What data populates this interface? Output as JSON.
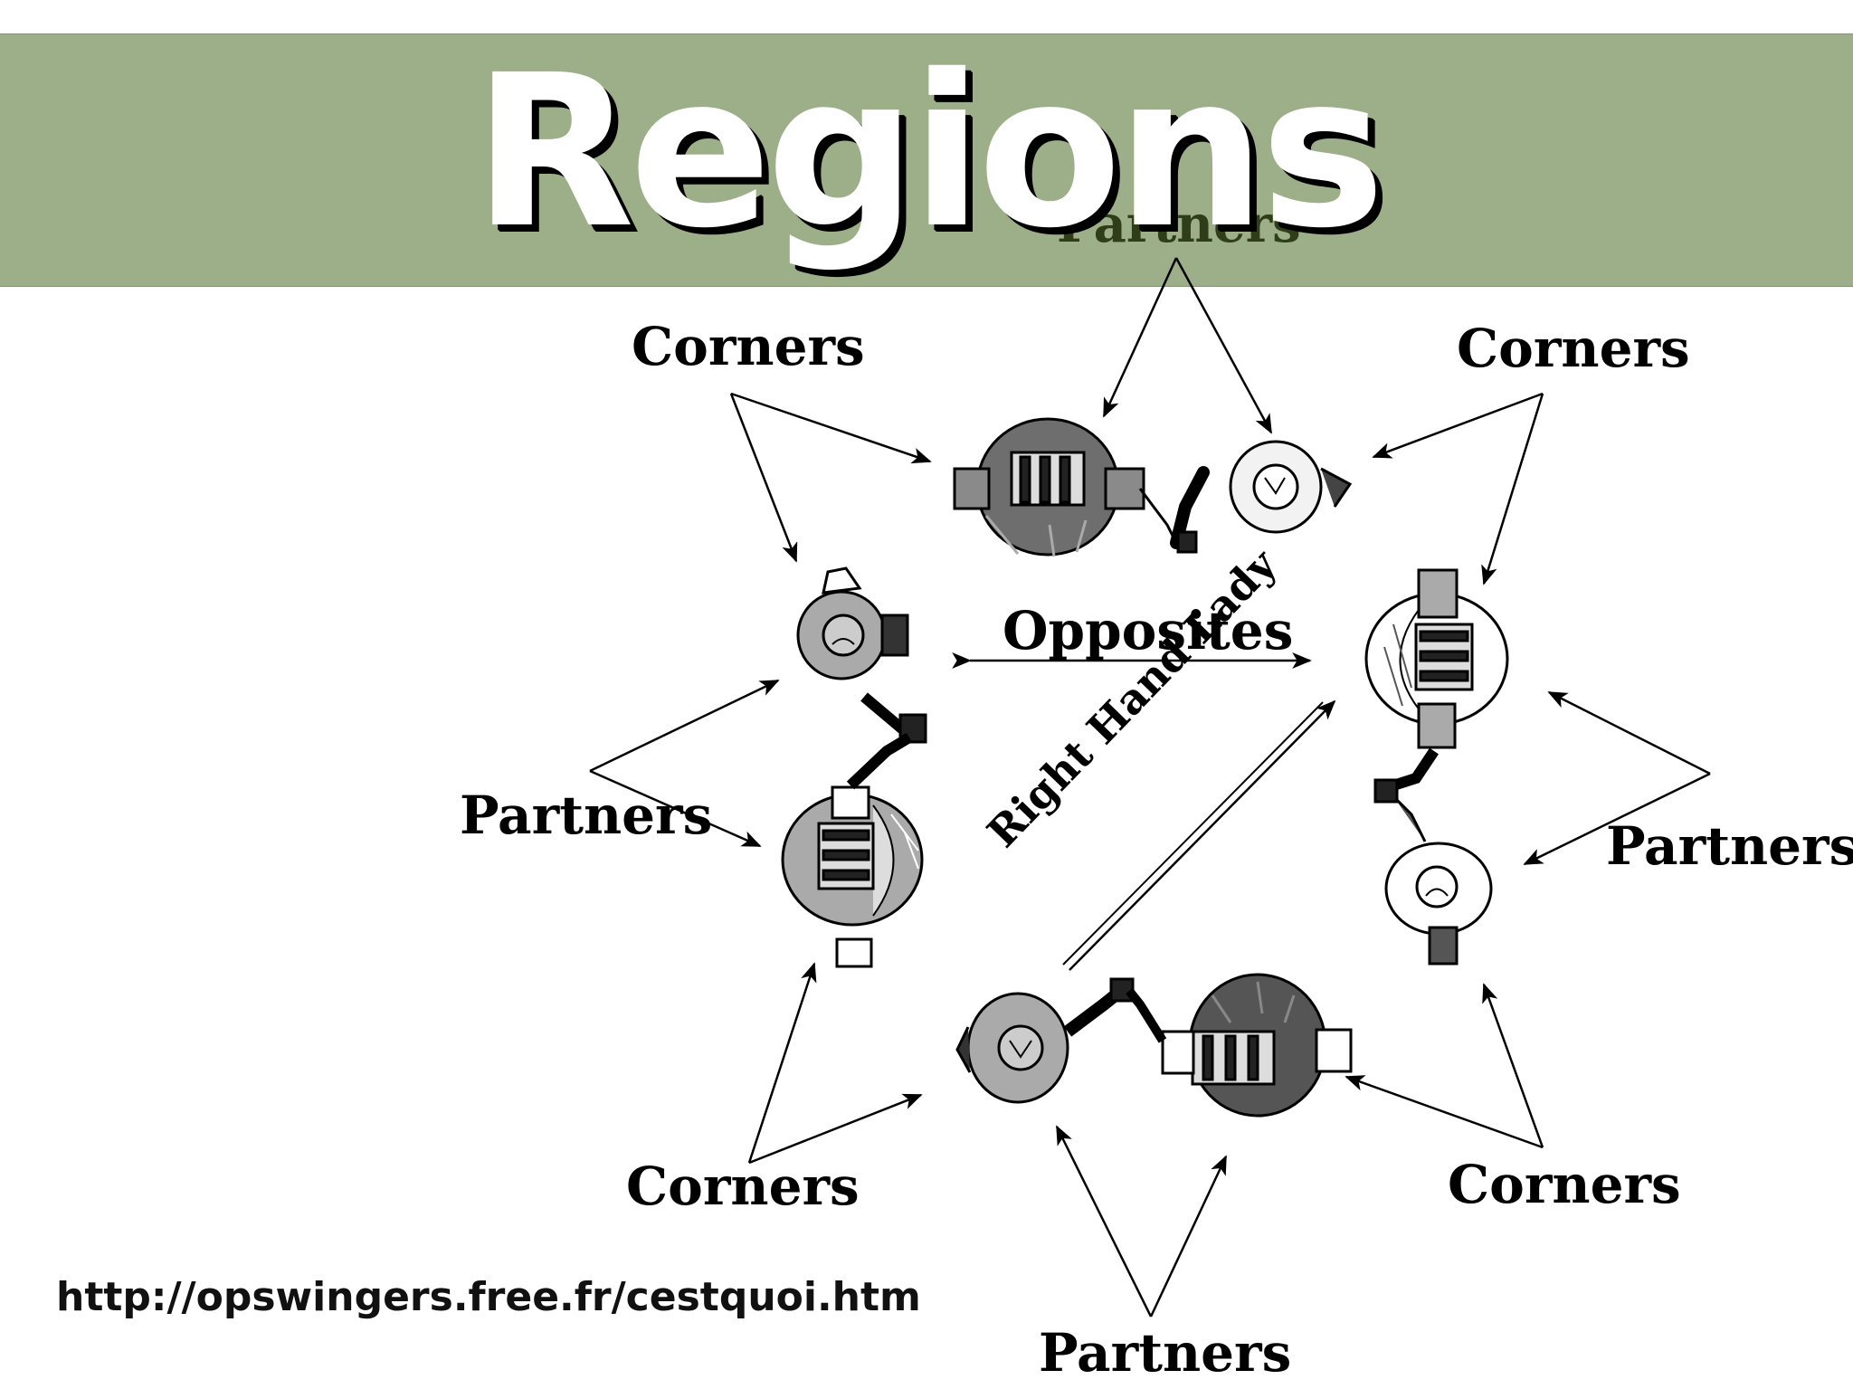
{
  "slide": {
    "title": "Regions",
    "url": "http://opswingers.free.fr/cestquoi.htm"
  },
  "diagram": {
    "top_label": "Partners",
    "corner_label": "Corners",
    "partner_label": "Partners",
    "opposite_label": "Opposites",
    "right_hand_label": "Right Hand Lady"
  },
  "colors": {
    "band": "#9caf88",
    "title_text": "#ffffff",
    "title_shadow": "#000000"
  }
}
